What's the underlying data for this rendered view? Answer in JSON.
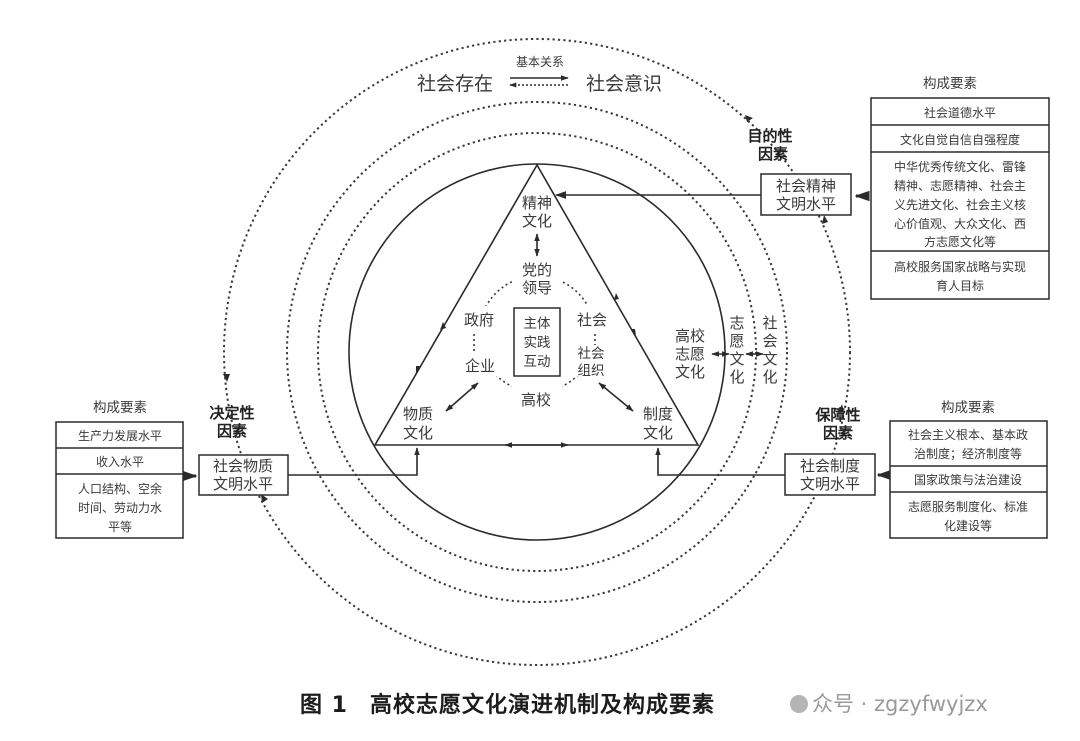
{
  "top_relation": {
    "label": "基本关系",
    "left": "社会存在",
    "right": "社会意识"
  },
  "center": {
    "triangle": {
      "top": [
        "精神",
        "文化"
      ],
      "bottom_left": [
        "物质",
        "文化"
      ],
      "bottom_right": [
        "制度",
        "文化"
      ]
    },
    "actors": {
      "top": [
        "党的",
        "领导"
      ],
      "left_top": "政府",
      "left_bottom": "企业",
      "right_top": "社会",
      "right_bottom": [
        "社会",
        "组织"
      ],
      "bottom": "高校"
    },
    "core_box": [
      "主体",
      "实践",
      "互动"
    ]
  },
  "culture_layers": {
    "university": [
      "高校",
      "志愿",
      "文化"
    ],
    "volunteer": [
      "志",
      "愿",
      "文",
      "化"
    ],
    "society": [
      "社",
      "会",
      "文",
      "化"
    ]
  },
  "factors": {
    "purpose": {
      "tag": [
        "目的性",
        "因素"
      ],
      "box": [
        "社会精神",
        "文明水平"
      ],
      "elements_title": "构成要素",
      "elements": [
        [
          "社会道德水平"
        ],
        [
          "文化自觉自信自强程度"
        ],
        [
          "中华优秀传统文化、雷锋",
          "精神、志愿精神、社会主",
          "义先进文化、社会主义核",
          "心价值观、大众文化、西",
          "方志愿文化等"
        ],
        [
          "高校服务国家战略与实现",
          "育人目标"
        ]
      ]
    },
    "decisive": {
      "tag": [
        "决定性",
        "因素"
      ],
      "box": [
        "社会物质",
        "文明水平"
      ],
      "elements_title": "构成要素",
      "elements": [
        [
          "生产力发展水平"
        ],
        [
          "收入水平"
        ],
        [
          "人口结构、空余",
          "时间、劳动力水",
          "平等"
        ]
      ]
    },
    "guarantee": {
      "tag": [
        "保障性",
        "因素"
      ],
      "box": [
        "社会制度",
        "文明水平"
      ],
      "elements_title": "构成要素",
      "elements": [
        [
          "社会主义根本、基本政",
          "治制度；经济制度等"
        ],
        [
          "国家政策与法治建设"
        ],
        [
          "志愿服务制度化、标准",
          "化建设等"
        ]
      ]
    }
  },
  "caption": {
    "number": "图 1",
    "title": "高校志愿文化演进机制及构成要素"
  },
  "watermark": {
    "text": "众号 · zgzyfwyjzx"
  },
  "colors": {
    "ink": "#2b2b2b",
    "text": "#3a3a3a",
    "watermark": "#9a9a9a"
  }
}
